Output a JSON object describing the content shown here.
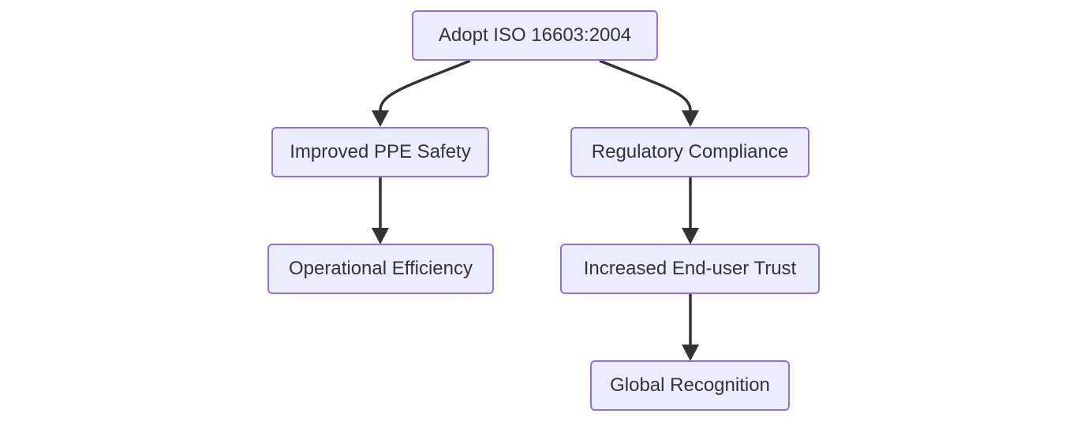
{
  "diagram": {
    "type": "flowchart",
    "direction": "top-down",
    "nodes": {
      "adopt": "Adopt ISO 16603:2004",
      "ppe_safety": "Improved PPE Safety",
      "compliance": "Regulatory Compliance",
      "efficiency": "Operational Efficiency",
      "trust": "Increased End-user Trust",
      "recognition": "Global Recognition"
    },
    "edges": [
      {
        "from": "adopt",
        "to": "ppe_safety"
      },
      {
        "from": "adopt",
        "to": "compliance"
      },
      {
        "from": "ppe_safety",
        "to": "efficiency"
      },
      {
        "from": "compliance",
        "to": "trust"
      },
      {
        "from": "trust",
        "to": "recognition"
      }
    ],
    "colors": {
      "node_fill": "#ececff",
      "node_border": "#9370db",
      "edge": "#333333",
      "text": "#333333"
    }
  }
}
